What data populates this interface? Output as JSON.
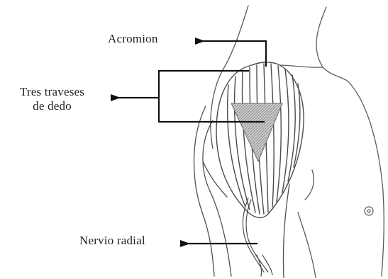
{
  "labels": {
    "acromion": "Acromion",
    "tres_traveses_line1": "Tres traveses",
    "tres_traveses_line2": "de dedo",
    "nervio_radial": "Nervio radial"
  },
  "colors": {
    "line": "#1a1a1a",
    "sketch": "#555555",
    "shade": "#9a9a9a",
    "background": "#ffffff"
  }
}
